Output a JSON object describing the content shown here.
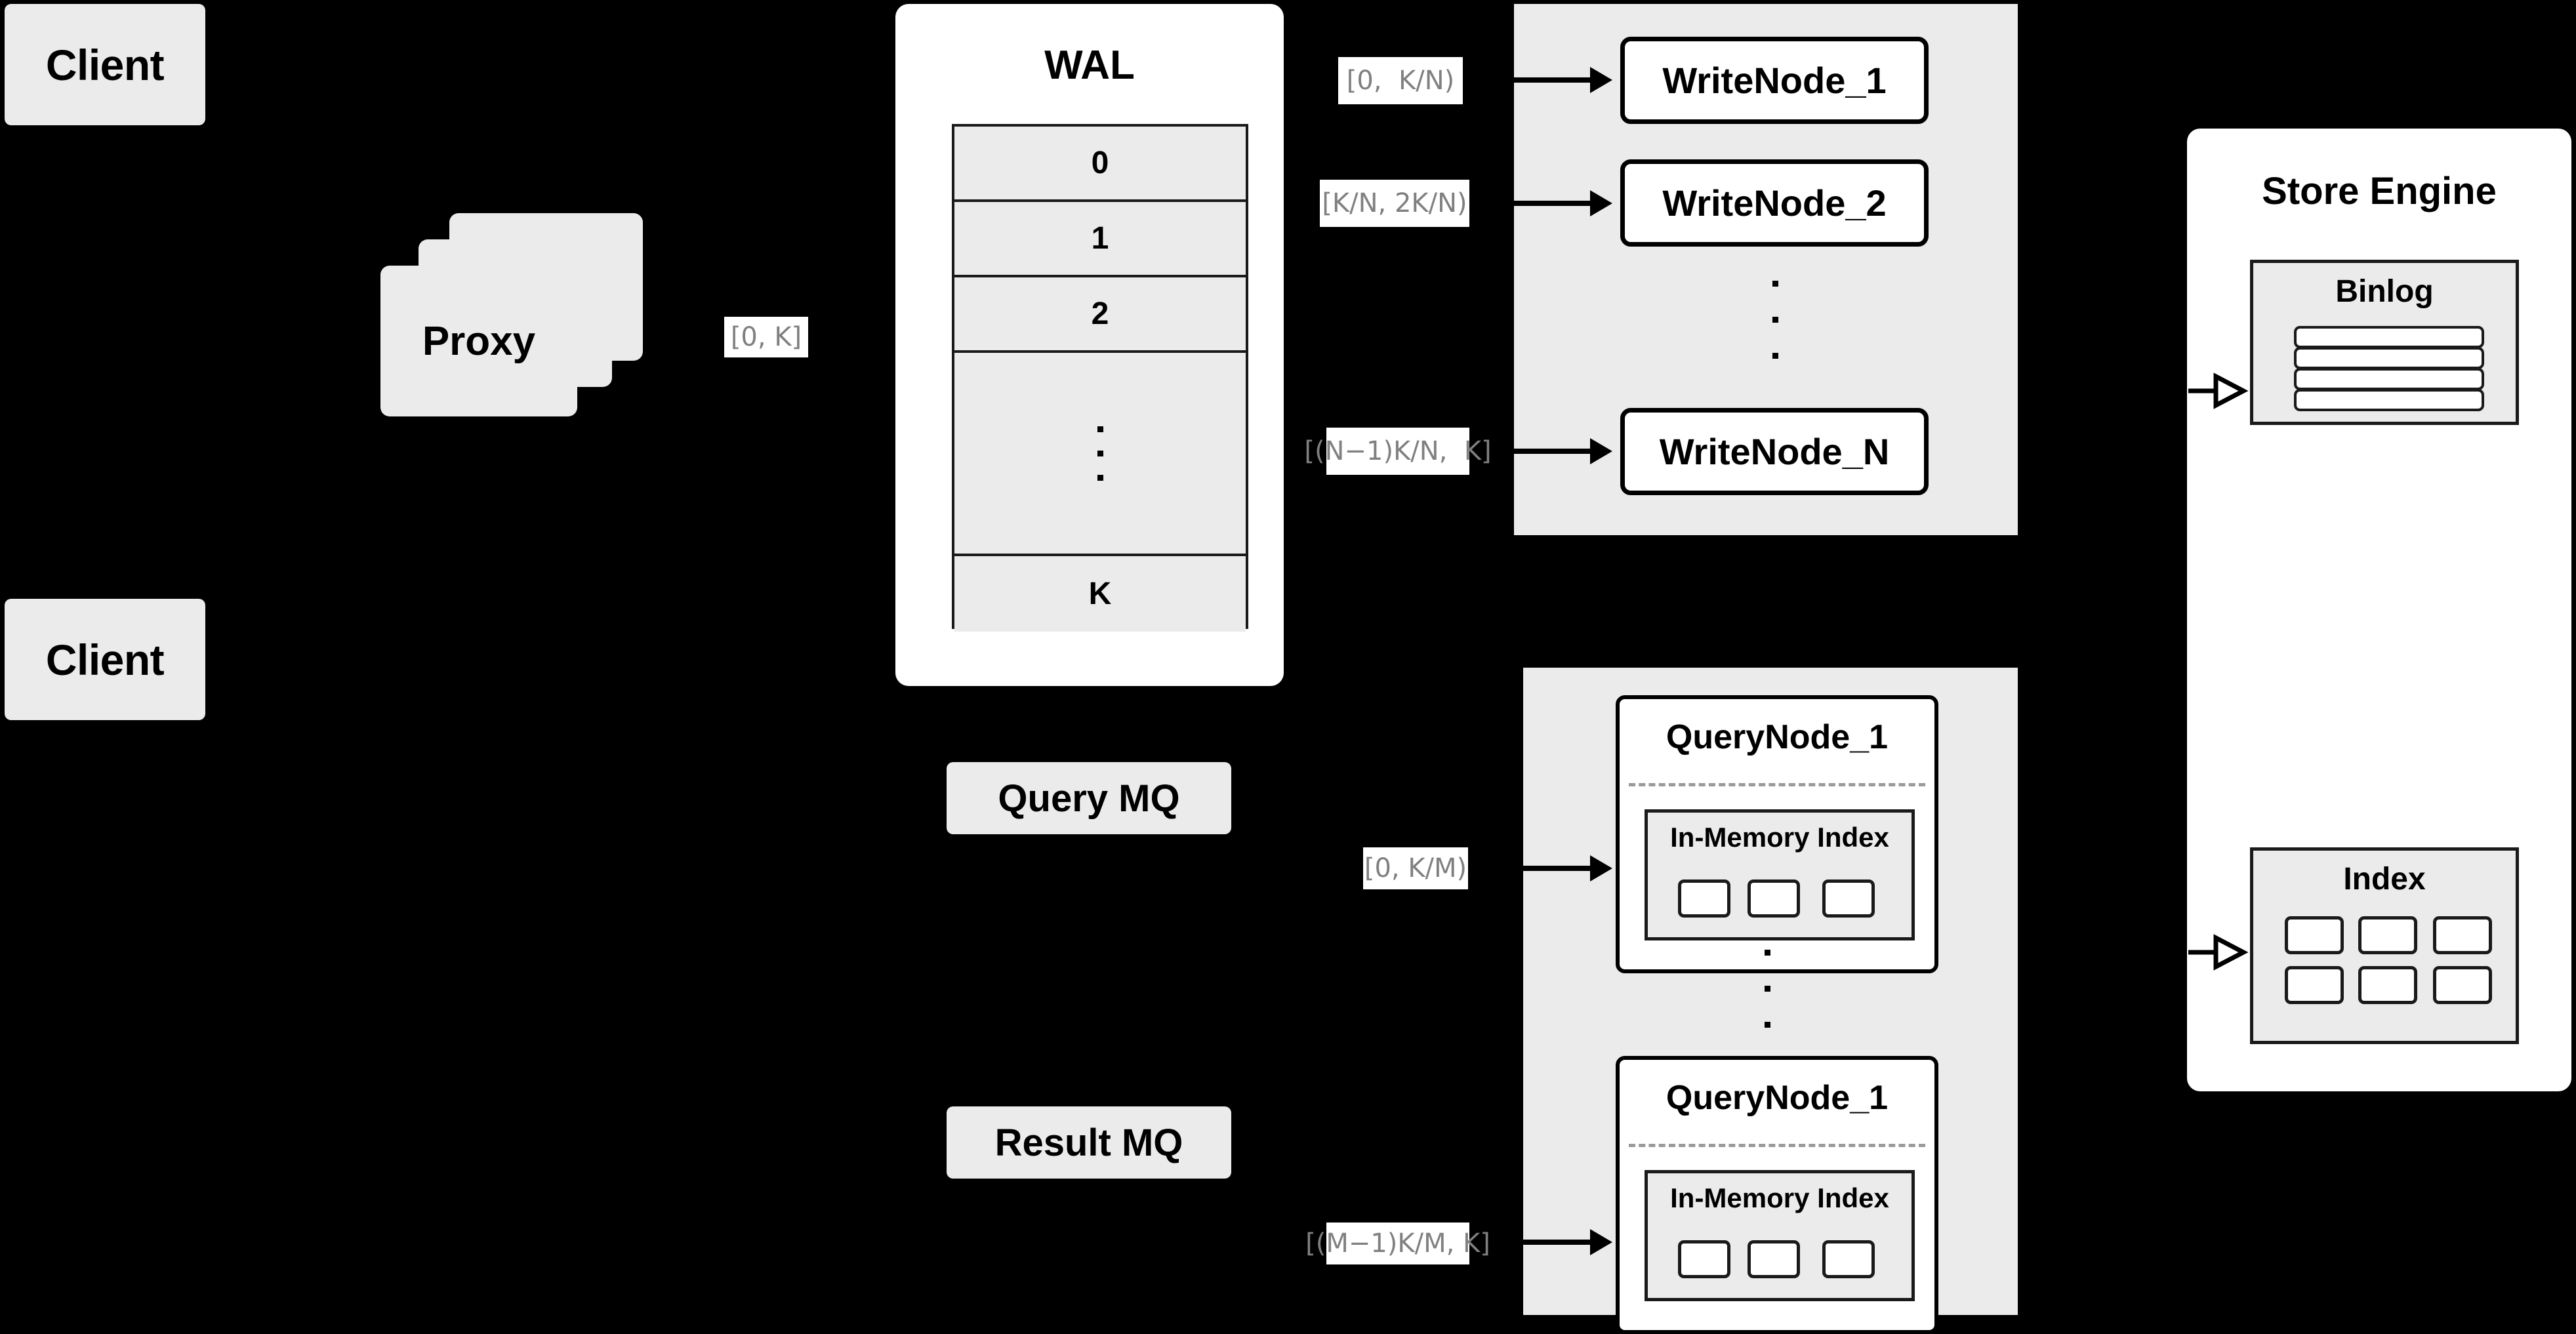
{
  "diagram": {
    "title": "Distributed Vector Database Write/Query Architecture",
    "background_color": "#000000",
    "node_fill": "#ebebeb",
    "node_white": "#ffffff",
    "stroke_color": "#000000",
    "label_text_color": "#808080",
    "dashed_separator_color": "#9a9a9a"
  },
  "clients": [
    {
      "label": "Client"
    },
    {
      "label": "Client"
    }
  ],
  "proxy": {
    "label": "Proxy",
    "stack_count": 3,
    "output_range_label": "[0, K]"
  },
  "wal": {
    "title": "WAL",
    "rows": [
      "0",
      "1",
      "2",
      "···",
      "K"
    ],
    "ellipsis_row_index": 3,
    "dots_count": 3
  },
  "message_queues": [
    {
      "label": "Query MQ"
    },
    {
      "label": "Result MQ"
    }
  ],
  "write_cluster": {
    "nodes": [
      {
        "label": "WriteNode_1",
        "range_label": "[0,  K/N)"
      },
      {
        "label": "WriteNode_2",
        "range_label": "[K/N, 2K/N)"
      },
      {
        "label": "WriteNode_N",
        "range_label": "[(N−1)K/N,  K]"
      }
    ],
    "ellipsis_dots": 3
  },
  "query_cluster": {
    "nodes": [
      {
        "title": "QueryNode_1",
        "range_label": "[0, K/M)",
        "index": {
          "title": "In-Memory Index",
          "segment_count": 3
        }
      },
      {
        "title": "QueryNode_1",
        "range_label": "[(M−1)K/M, K]",
        "index": {
          "title": "In-Memory Index",
          "segment_count": 3
        }
      }
    ],
    "ellipsis_dots": 3
  },
  "store_engine": {
    "title": "Store Engine",
    "sections": [
      {
        "title": "Binlog",
        "bar_count": 4,
        "shape": "bars"
      },
      {
        "title": "Index",
        "cell_rows": 2,
        "cell_cols": 3,
        "shape": "grid"
      }
    ],
    "inbound_arrows": 2,
    "arrow_style": "hollow-triangle"
  }
}
